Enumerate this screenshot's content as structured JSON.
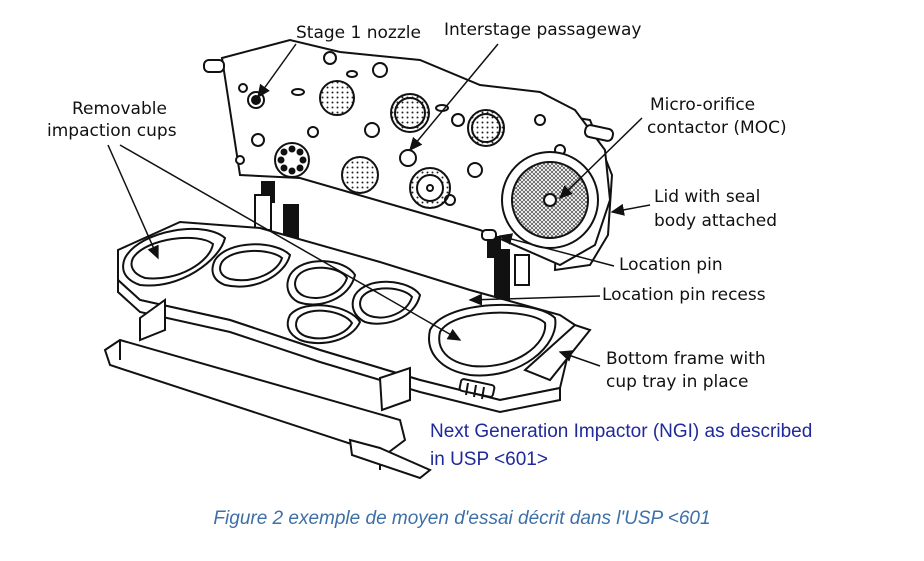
{
  "labels": {
    "stage1_nozzle": "Stage 1 nozzle",
    "interstage": "Interstage passageway",
    "removable_line1": "Removable",
    "removable_line2": "impaction cups",
    "moc_line1": "Micro-orifice",
    "moc_line2": "contactor (MOC)",
    "lid_line1": "Lid with seal",
    "lid_line2": "body attached",
    "location_pin": "Location pin",
    "location_pin_recess": "Location pin recess",
    "bottom_line1": "Bottom frame with",
    "bottom_line2": "cup tray in place"
  },
  "description_line1": "Next Generation Impactor (NGI) as described",
  "description_line2": "in USP <601>",
  "caption": "Figure 2 exemple de moyen d'essai décrit dans l'USP <601",
  "colors": {
    "description": "#1f2a9a",
    "caption": "#3d6fa8",
    "line": "#111111"
  }
}
